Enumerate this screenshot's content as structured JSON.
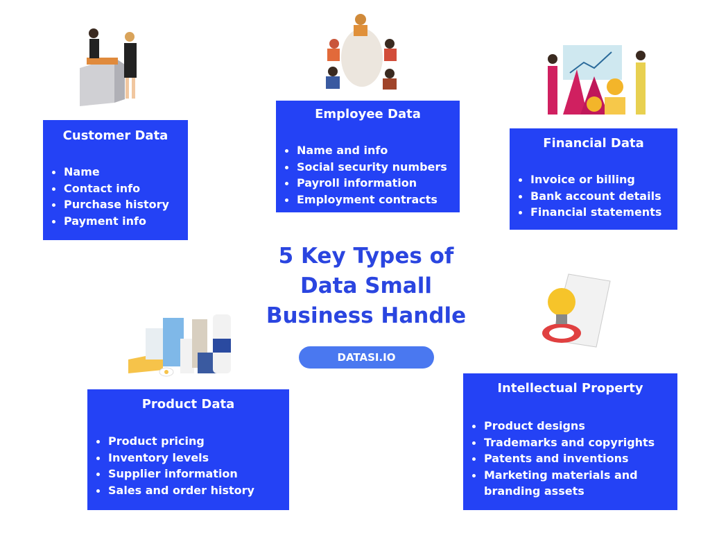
{
  "title": {
    "lines": [
      "5 Key Types of",
      "Data Small",
      "Business Handle"
    ],
    "color": "#2a45e0"
  },
  "brand_pill": {
    "label": "DATASI.IO",
    "color": "#4a78f0"
  },
  "box_color": "#2442f5",
  "cards": [
    {
      "heading": "Customer Data",
      "items": [
        "Name",
        "Contact info",
        "Purchase history",
        "Payment info"
      ],
      "illustration": "customer-service-desk-illustration"
    },
    {
      "heading": "Employee Data",
      "items": [
        "Name and info",
        "Social security numbers",
        "Payroll information",
        "Employment contracts"
      ],
      "illustration": "team-meeting-illustration"
    },
    {
      "heading": "Financial Data",
      "items": [
        "Invoice or billing",
        "Bank account details",
        "Financial statements"
      ],
      "illustration": "finance-chart-coins-illustration"
    },
    {
      "heading": "Product Data",
      "items": [
        "Product pricing",
        "Inventory levels",
        "Supplier information",
        "Sales and order history"
      ],
      "illustration": "grocery-products-illustration"
    },
    {
      "heading": "Intellectual Property",
      "items": [
        "Product designs",
        "Trademarks and copyrights",
        "Patents and inventions",
        "Marketing materials and",
        "branding assets"
      ],
      "illustration": "lightbulb-copyright-document-illustration"
    }
  ]
}
